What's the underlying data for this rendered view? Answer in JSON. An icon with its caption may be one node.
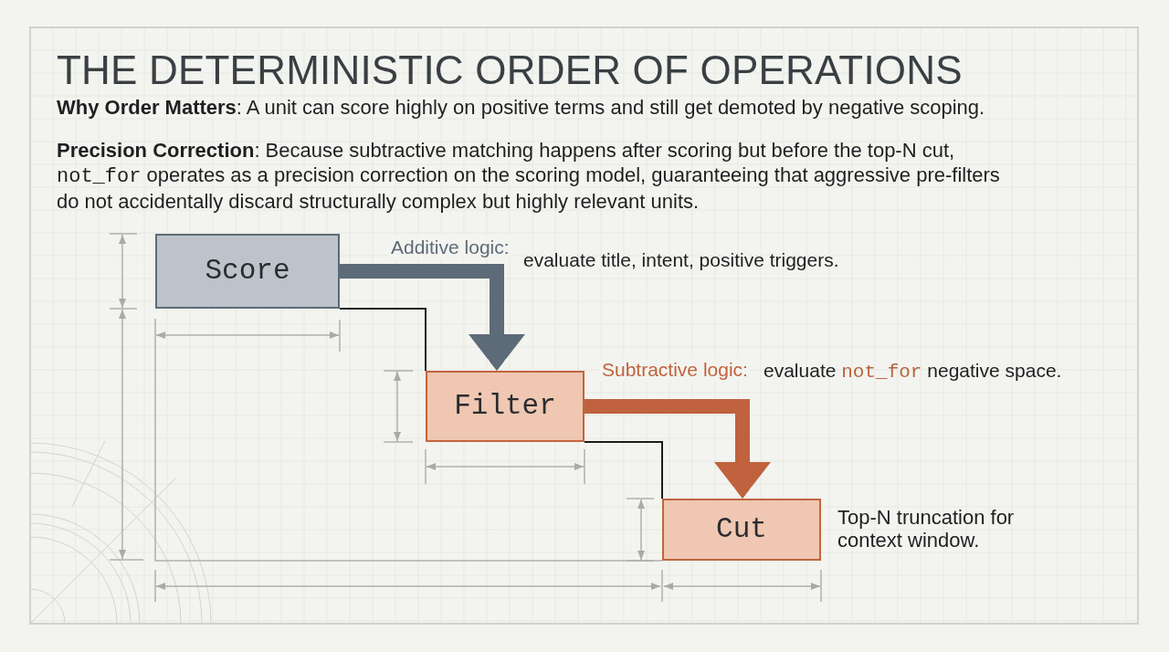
{
  "diagram": {
    "title": "THE DETERMINISTIC ORDER OF OPERATIONS",
    "nodes": [
      {
        "text": [
          "Score"
        ]
      },
      {
        "text": [
          "Filter"
        ]
      },
      {
        "text": [
          "Cut"
        ],
        "beside": [
          "Top-N truncation for context window."
        ]
      }
    ],
    "edges": [
      {
        "from": 0,
        "to": 1,
        "arrow": "to",
        "style": "thick",
        "color": "#5d6b78",
        "label": "Additive logic:"
      },
      {
        "from": 0,
        "to": 1,
        "arrow": "none"
      },
      {
        "from": 1,
        "to": 2,
        "arrow": "to",
        "style": "thick",
        "color": "#c0623e",
        "label": "Subtractive logic:"
      },
      {
        "from": 1,
        "to": 2,
        "arrow": "none"
      }
    ],
    "labels": [
      "**Why Order Matters**: A unit can score highly on positive terms and still get demoted by negative scoping.",
      "**Precision Correction**: Because subtractive matching happens after scoring but before the top-N cut, *not_for* operates as a precision correction on the scoring model, guaranteeing that aggressive pre-filters do not accidentally discard structurally complex but highly relevant units.",
      "evaluate title, intent, positive triggers.",
      "evaluate *not_for* negative space."
    ]
  }
}
